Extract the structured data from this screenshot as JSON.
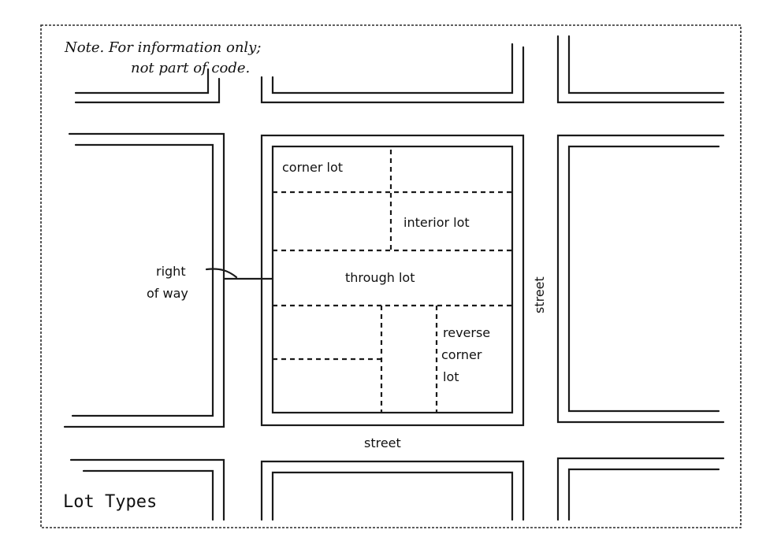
{
  "note": {
    "line1": "Note.  For information only;",
    "line2": "not part of code."
  },
  "labels": {
    "corner_lot": "corner lot",
    "interior_lot": "interior lot",
    "through_lot": "through lot",
    "right_of_way_1": "right",
    "right_of_way_2": "of way",
    "reverse_corner_lot_1": "reverse",
    "reverse_corner_lot_2": "corner",
    "reverse_corner_lot_3": "lot",
    "street_bottom": "street",
    "street_right": "street"
  },
  "title": "Lot Types"
}
